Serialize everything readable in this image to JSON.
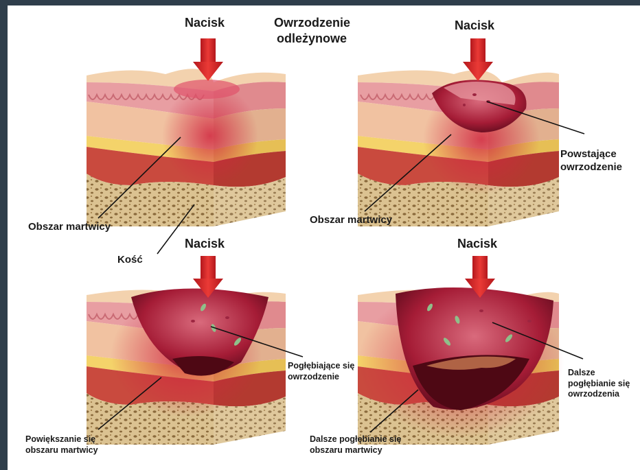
{
  "title_line1": "Owrzodzenie",
  "title_line2": "odleżynowe",
  "pressure_label": "Nacisk",
  "panels": [
    {
      "stage": 1,
      "pressure": "Nacisk",
      "label_a": "Obszar martwicy",
      "label_b": "Kość"
    },
    {
      "stage": 2,
      "pressure": "Nacisk",
      "label_a": "Obszar martwicy",
      "label_b_line1": "Powstające",
      "label_b_line2": "owrzodzenie"
    },
    {
      "stage": 3,
      "pressure": "Nacisk",
      "label_a_line1": "Powiększanie się",
      "label_a_line2": "obszaru martwicy",
      "label_b_line1": "Pogłębiające się",
      "label_b_line2": "owrzodzenie"
    },
    {
      "stage": 4,
      "pressure": "Nacisk",
      "label_a_line1": "Dalsze pogłębianie się",
      "label_a_line2": "obszaru martwicy",
      "label_b_line1": "Dalsze",
      "label_b_line2": "pogłębianie się",
      "label_b_line3": "owrzodzenia"
    }
  ],
  "colors": {
    "arrow": "#d8262a",
    "skin_top": "#f0c9a3",
    "dermis": "#e08a8e",
    "fat": "#f4d36a",
    "muscle": "#c94a3e",
    "bone": "#d9bf8e",
    "necrosis": "#b21e3a"
  }
}
